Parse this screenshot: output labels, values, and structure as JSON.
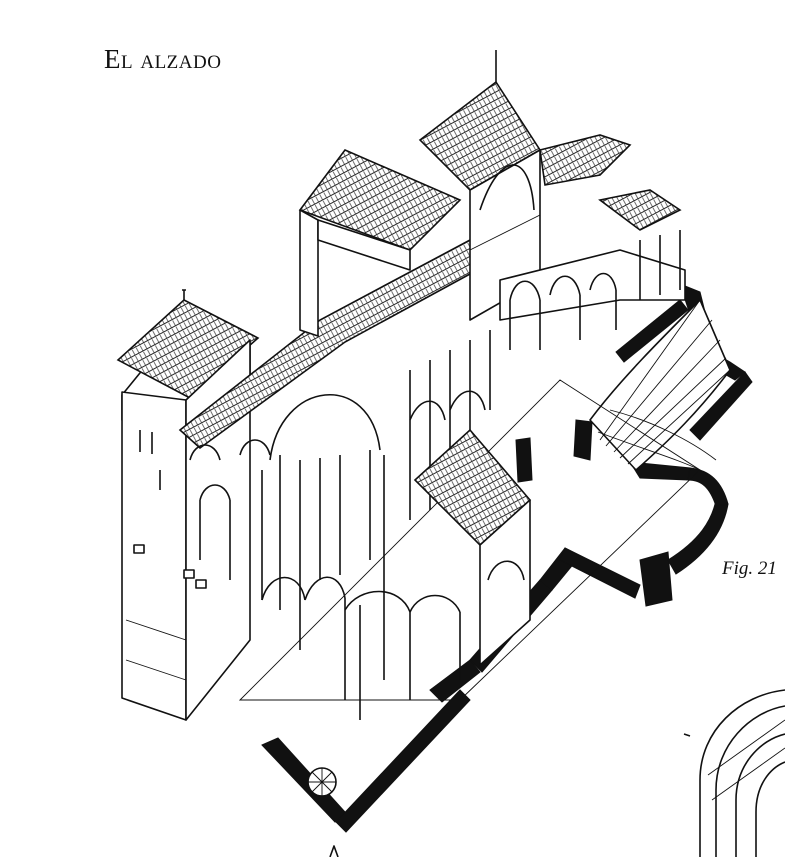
{
  "page": {
    "heading": "El alzado",
    "figure_caption": "Fig. 21"
  },
  "illustration": {
    "kind": "isometric cutaway drawing of a church",
    "colors": {
      "ink": "#111111",
      "paper": "#ffffff"
    }
  }
}
